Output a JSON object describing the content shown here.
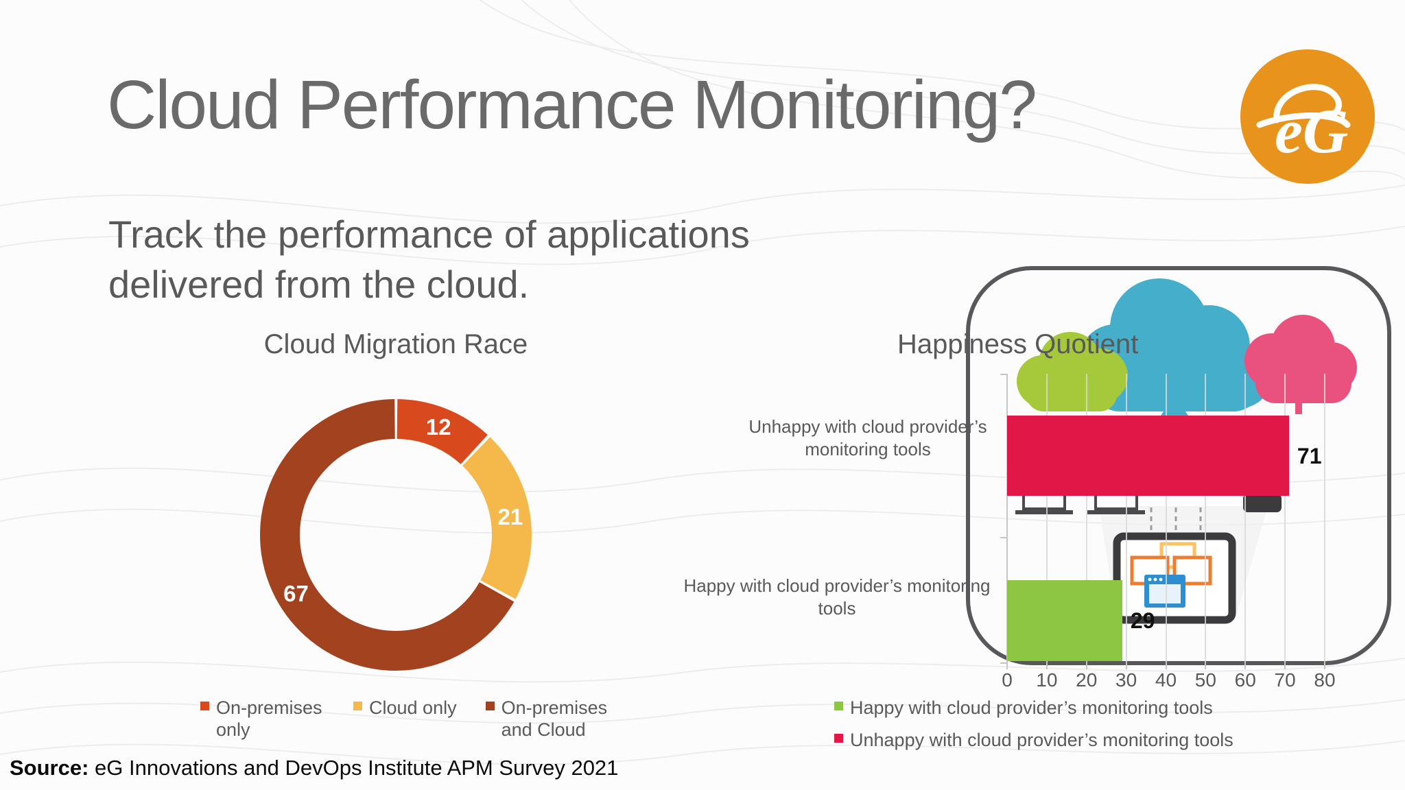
{
  "slide": {
    "title": "Cloud Performance Monitoring?",
    "subtitle": "Track the performance of applications delivered from the cloud.",
    "source_label": "Source:",
    "source_text": " eG Innovations and DevOps Institute APM Survey 2021"
  },
  "logo": {
    "text": "eG",
    "bg": "#E8941C"
  },
  "illustration": {
    "cloud_blue": "#45AFCB",
    "cloud_green": "#A6C93C",
    "cloud_pink": "#E9527F",
    "frame_color": "#58585B",
    "monitor_color": "#3B3B3D",
    "arrow_color": "#9C9C9C",
    "device_color": "#4A4A4C",
    "beam_color": "#EFEFEF",
    "window_orange": "#ED7D31",
    "window_amber": "#FFC261",
    "window_blue": "#2E8FD0"
  },
  "chart_data": [
    {
      "id": "cloud-migration-race",
      "type": "pie",
      "subtype": "donut",
      "title": "Cloud Migration Race",
      "labels": [
        "On-premises only",
        "Cloud only",
        "On-premises and Cloud"
      ],
      "values": [
        12,
        21,
        67
      ],
      "data_labels": [
        "12",
        "21",
        "67"
      ],
      "colors": [
        "#D8491E",
        "#F5B84A",
        "#A3421E"
      ],
      "start_angle_deg": 0,
      "direction": "clockwise",
      "legend_position": "bottom"
    },
    {
      "id": "happiness-quotient",
      "type": "bar",
      "orientation": "horizontal",
      "title": "Happiness Quotient",
      "categories": [
        "Unhappy with cloud provider’s monitoring tools",
        "Happy with cloud provider’s monitoring tools"
      ],
      "values": [
        71,
        29
      ],
      "value_labels": [
        "71",
        "29"
      ],
      "colors": [
        "#E11748",
        "#8CC642"
      ],
      "xlim": [
        0,
        80
      ],
      "xticks": [
        0,
        10,
        20,
        30,
        40,
        50,
        60,
        70,
        80
      ],
      "grid": true,
      "legend": [
        {
          "label": "Happy with cloud provider’s monitoring tools",
          "color": "#8CC642"
        },
        {
          "label": "Unhappy with cloud provider’s monitoring tools",
          "color": "#E11748"
        }
      ]
    }
  ]
}
